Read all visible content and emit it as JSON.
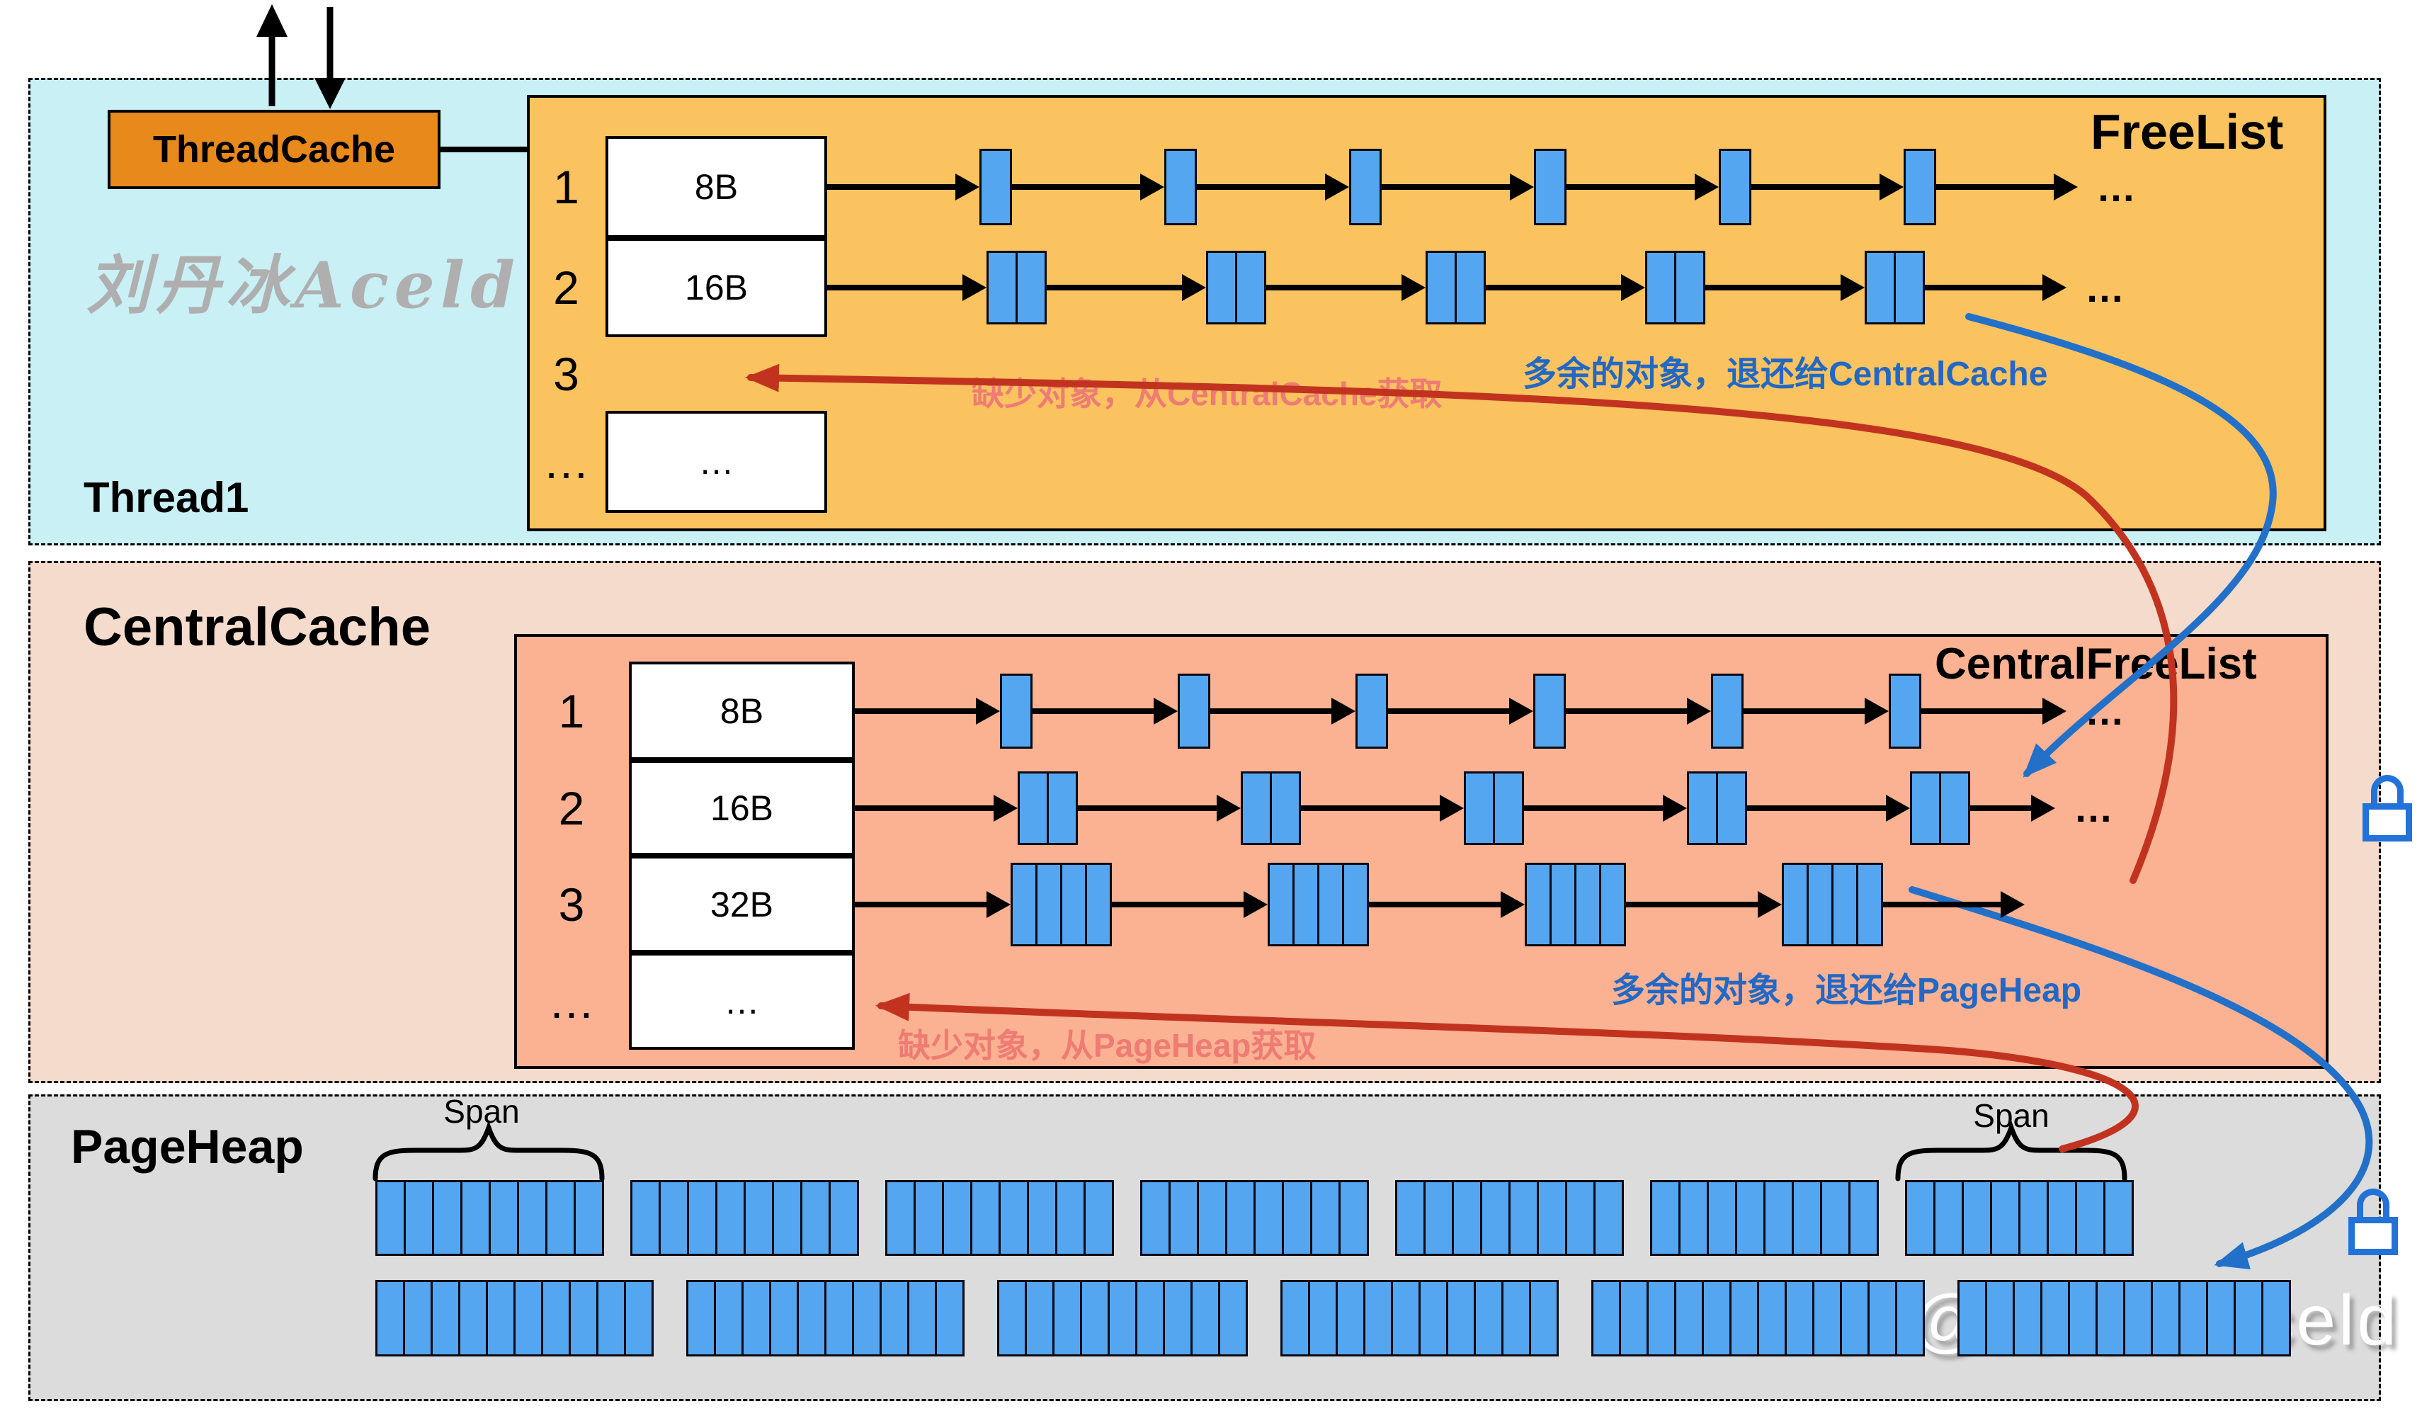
{
  "colors": {
    "thread_bg": "#C9F0F5",
    "central_bg": "#F5DBCB",
    "pageheap_bg": "#DCDCDC",
    "freelist_bg": "#FAC35F",
    "centralfreelist_bg": "#FBB292",
    "threadcache_bg": "#E8891C",
    "block_blue": "#55A6F0",
    "curve_blue": "#2270C8",
    "curve_red": "#C1331F",
    "text_blue": "#2268C4",
    "text_red": "#EE7B74",
    "watermark_gray": "#AFAFAF"
  },
  "thread_section": {
    "thread_label": "Thread1",
    "cache_label": "ThreadCache",
    "watermark": "刘丹冰Aceld"
  },
  "freelist": {
    "title": "FreeList",
    "rows": [
      {
        "label": "1",
        "size": "8B",
        "block_unit": 1,
        "block_count": 6,
        "ellipsis": "…"
      },
      {
        "label": "2",
        "size": "16B",
        "block_unit": 2,
        "block_count": 5,
        "ellipsis": "…"
      },
      {
        "label": "3",
        "size": null,
        "block_unit": 0,
        "block_count": 0,
        "ellipsis": null
      },
      {
        "label": "…",
        "size": "…",
        "block_unit": 0,
        "block_count": 0,
        "ellipsis": null
      }
    ]
  },
  "central_section": {
    "label": "CentralCache"
  },
  "central_freelist": {
    "title": "CentralFreeList",
    "rows": [
      {
        "label": "1",
        "size": "8B",
        "block_unit": 1,
        "block_count": 6,
        "ellipsis": "…"
      },
      {
        "label": "2",
        "size": "16B",
        "block_unit": 2,
        "block_count": 5,
        "ellipsis": "…"
      },
      {
        "label": "3",
        "size": "32B",
        "block_unit": 4,
        "block_count": 4,
        "ellipsis": null,
        "trailing_arrow": true
      },
      {
        "label": "…",
        "size": "…",
        "block_unit": 0,
        "block_count": 0,
        "ellipsis": null
      }
    ]
  },
  "pageheap_section": {
    "label": "PageHeap",
    "span_labels": [
      "Span",
      "Span"
    ],
    "rows": [
      {
        "groups": [
          8,
          8,
          8,
          8,
          8,
          8,
          8
        ]
      },
      {
        "groups": [
          10,
          10,
          9,
          10,
          12,
          12
        ]
      }
    ]
  },
  "annotations": {
    "to_central_return": "多余的对象，退还给CentralCache",
    "from_central_fetch": "缺少对象，从CentralCache获取",
    "to_pageheap_return": "多余的对象，退还给PageHeap",
    "from_pageheap_fetch": "缺少对象，从PageHeap获取"
  },
  "bottom_watermark": "知乎 @刘丹冰Aceld"
}
